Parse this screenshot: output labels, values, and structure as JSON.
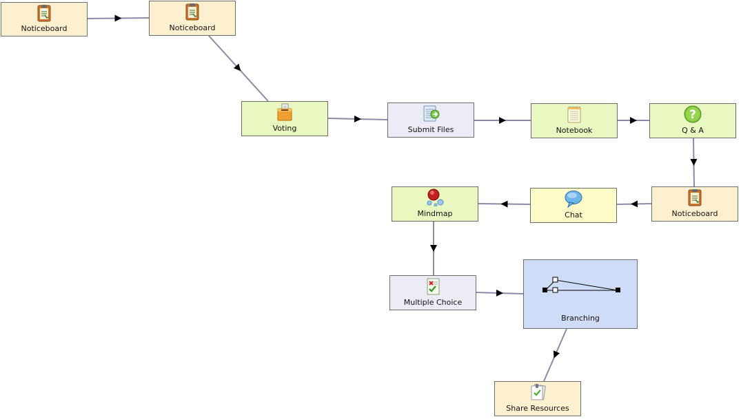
{
  "colors": {
    "notice": "#fcf0d0",
    "green": "#e8f8c0",
    "lavender": "#ececf7",
    "chat": "#fdfcc8",
    "branching": "#cfdcf8",
    "edge": "#8a8aa8",
    "arrow": "#000000"
  },
  "nodes": [
    {
      "id": "n1",
      "label": "Noticeboard",
      "icon": "clipboard-icon",
      "kind": "notice"
    },
    {
      "id": "n2",
      "label": "Noticeboard",
      "icon": "clipboard-icon",
      "kind": "notice"
    },
    {
      "id": "n3",
      "label": "Voting",
      "icon": "ballot-box-icon",
      "kind": "green"
    },
    {
      "id": "n4",
      "label": "Submit Files",
      "icon": "submit-files-icon",
      "kind": "lavender"
    },
    {
      "id": "n5",
      "label": "Notebook",
      "icon": "notebook-icon",
      "kind": "green"
    },
    {
      "id": "n6",
      "label": "Q & A",
      "icon": "question-icon",
      "kind": "green"
    },
    {
      "id": "n7",
      "label": "Noticeboard",
      "icon": "clipboard-icon",
      "kind": "notice"
    },
    {
      "id": "n8",
      "label": "Chat",
      "icon": "speech-bubble-icon",
      "kind": "chat"
    },
    {
      "id": "n9",
      "label": "Mindmap",
      "icon": "mindmap-icon",
      "kind": "green"
    },
    {
      "id": "n10",
      "label": "Multiple Choice",
      "icon": "multiple-choice-icon",
      "kind": "lavender"
    },
    {
      "id": "n11",
      "label": "Branching",
      "icon": "branching-icon",
      "kind": "branching"
    },
    {
      "id": "n12",
      "label": "Share Resources",
      "icon": "share-resources-icon",
      "kind": "notice"
    }
  ],
  "edges": [
    {
      "from": "n1",
      "to": "n2"
    },
    {
      "from": "n2",
      "to": "n3"
    },
    {
      "from": "n3",
      "to": "n4"
    },
    {
      "from": "n4",
      "to": "n5"
    },
    {
      "from": "n5",
      "to": "n6"
    },
    {
      "from": "n6",
      "to": "n7"
    },
    {
      "from": "n7",
      "to": "n8"
    },
    {
      "from": "n8",
      "to": "n9"
    },
    {
      "from": "n9",
      "to": "n10"
    },
    {
      "from": "n10",
      "to": "n11"
    },
    {
      "from": "n11",
      "to": "n12"
    }
  ]
}
